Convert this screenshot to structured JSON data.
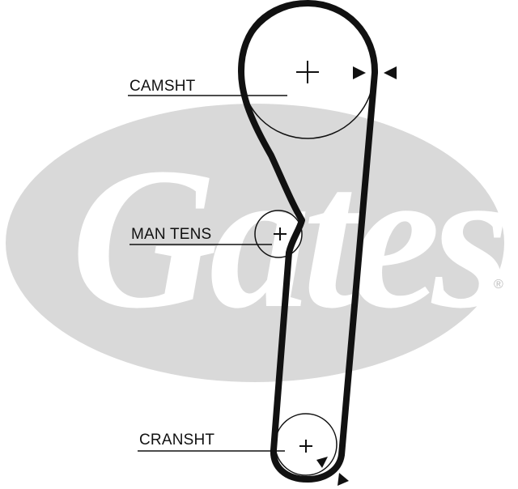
{
  "watermark": {
    "brand": "Gates",
    "registered_mark": "®",
    "oval_color": "#d9d9d9",
    "text_color": "#ffffff"
  },
  "pulleys": [
    {
      "id": "camshaft",
      "label": "CAMSHT"
    },
    {
      "id": "manual-tensioner",
      "label": "MAN TENS"
    },
    {
      "id": "crankshaft",
      "label": "CRANSHT"
    }
  ],
  "belt_color": "#111111",
  "line_color": "#111111",
  "timing_marks": [
    "camshaft-timing-mark",
    "crankshaft-timing-mark"
  ]
}
